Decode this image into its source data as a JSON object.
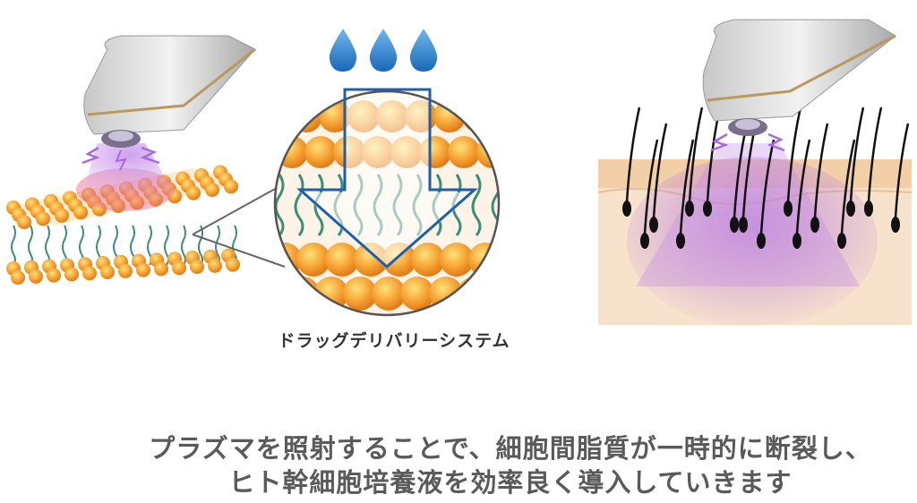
{
  "labels": {
    "system_name": "ドラッグデリバリーシステム"
  },
  "description": {
    "line1": "プラズマを照射することで、細胞間脂質が一時的に断裂し、",
    "line2": "ヒト幹細胞培養液を効率良く導入していきます"
  },
  "icons": [
    "water-drop-icon",
    "down-arrow-icon",
    "plasma-device-icon",
    "hair-follicle-icon"
  ],
  "colors": {
    "lipid_head": "#f39a2c",
    "lipid_tail": "#3a8f7a",
    "drop": "#2a7fc8",
    "plasma": "#b98ee0",
    "skin": "#f6dcc0",
    "arrow_outline": "#1d5fae"
  }
}
